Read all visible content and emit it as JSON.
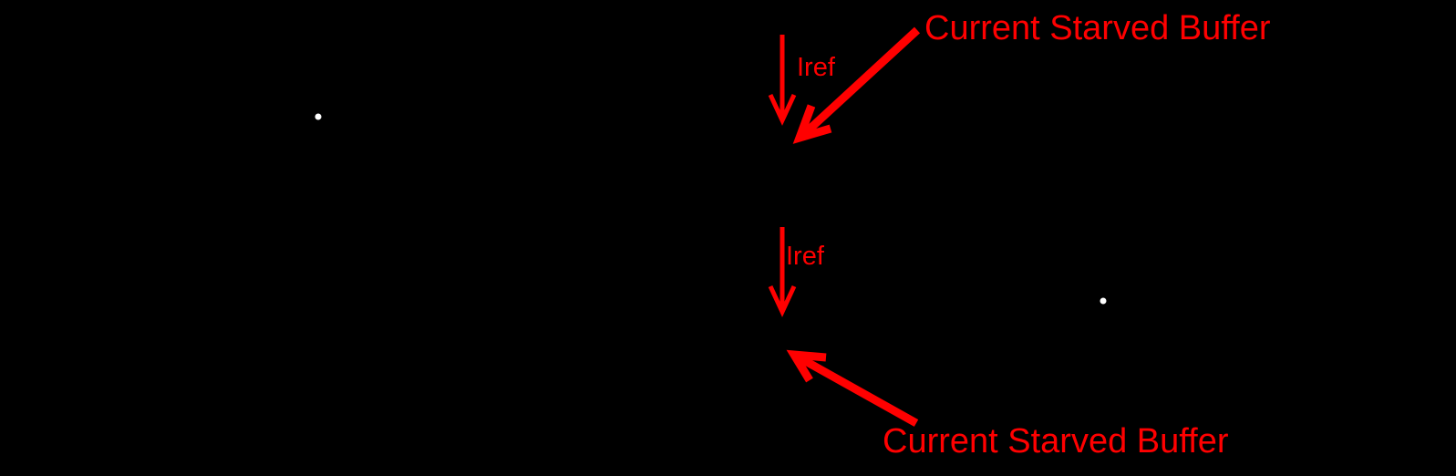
{
  "diagram": {
    "colors": {
      "background": "#000000",
      "annotation": "#ff0000",
      "node_dot": "#ffffff"
    },
    "top_annotation": {
      "title": "Current Starved Buffer",
      "current_label": "Iref"
    },
    "bottom_annotation": {
      "title": "Current Starved Buffer",
      "current_label": "Iref"
    }
  }
}
